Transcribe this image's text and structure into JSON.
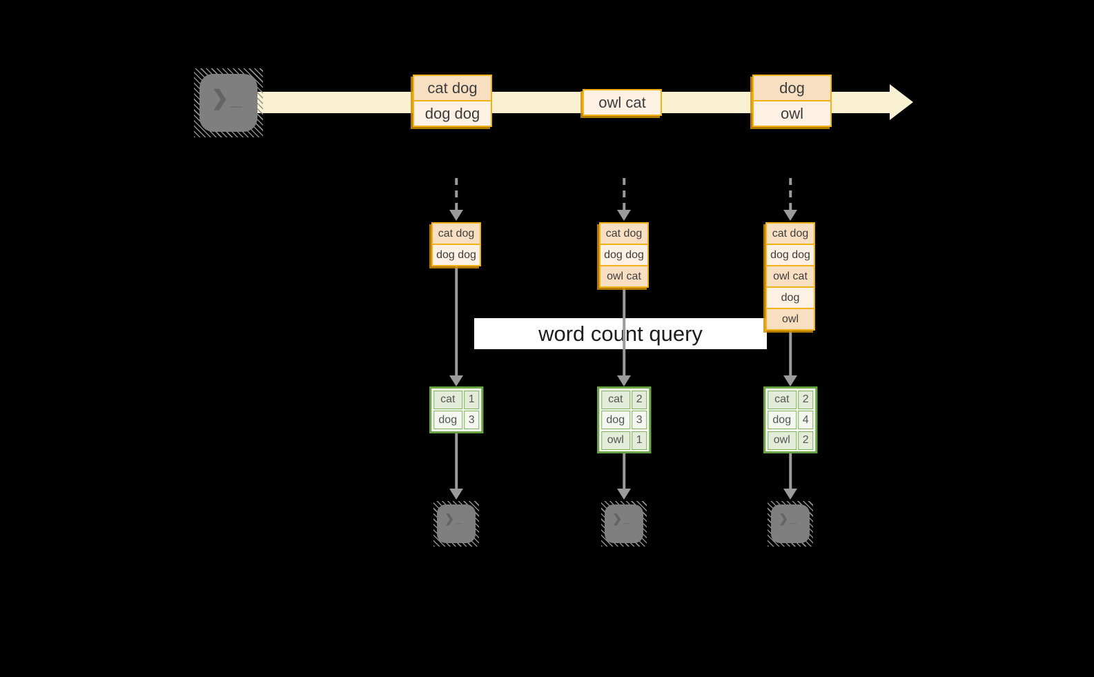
{
  "title": "word count query stream diagram",
  "colors": {
    "background": "#000000",
    "stream_band": "#FAF1D2",
    "amber_border": "#F1B117",
    "peach_dark": "#F8DFC2",
    "peach_light": "#FCF1E2",
    "green_border": "#69A643",
    "green_cell_border": "#7CB055",
    "green_dark": "#E3ECD9",
    "green_light": "#F4F7EF",
    "arrow_gray": "#9B9B9B",
    "icon_gray": "#7F7F7F",
    "text_dark": "#3D3D3D"
  },
  "query_label": "word count query",
  "terminal_glyph": "❯_",
  "stream_events": [
    {
      "rows": [
        {
          "text": "cat dog",
          "tone": "dark"
        },
        {
          "text": "dog dog",
          "tone": "light"
        }
      ]
    },
    {
      "rows": [
        {
          "text": "owl cat",
          "tone": "light"
        }
      ]
    },
    {
      "rows": [
        {
          "text": "dog",
          "tone": "dark"
        },
        {
          "text": "owl",
          "tone": "light"
        }
      ]
    }
  ],
  "columns": [
    {
      "buffer": [
        {
          "text": "cat dog",
          "tone": "dark"
        },
        {
          "text": "dog dog",
          "tone": "light"
        }
      ],
      "counts": [
        {
          "word": "cat",
          "count": "1"
        },
        {
          "word": "dog",
          "count": "3"
        }
      ]
    },
    {
      "buffer": [
        {
          "text": "cat dog",
          "tone": "dark"
        },
        {
          "text": "dog dog",
          "tone": "light"
        },
        {
          "text": "owl cat",
          "tone": "dark"
        }
      ],
      "counts": [
        {
          "word": "cat",
          "count": "2"
        },
        {
          "word": "dog",
          "count": "3"
        },
        {
          "word": "owl",
          "count": "1"
        }
      ]
    },
    {
      "buffer": [
        {
          "text": "cat dog",
          "tone": "dark"
        },
        {
          "text": "dog dog",
          "tone": "light"
        },
        {
          "text": "owl cat",
          "tone": "dark"
        },
        {
          "text": "dog",
          "tone": "light"
        },
        {
          "text": "owl",
          "tone": "dark"
        }
      ],
      "counts": [
        {
          "word": "cat",
          "count": "2"
        },
        {
          "word": "dog",
          "count": "4"
        },
        {
          "word": "owl",
          "count": "2"
        }
      ]
    }
  ]
}
